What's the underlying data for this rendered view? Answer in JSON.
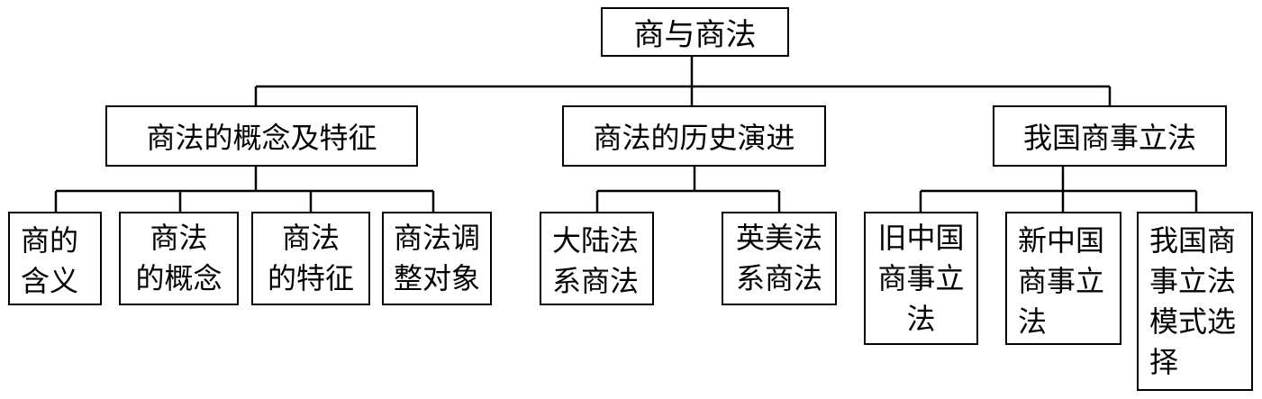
{
  "root": {
    "label": "商与商法"
  },
  "branches": [
    {
      "label": "商法的概念及特征",
      "children": [
        {
          "label": "商的\n含义"
        },
        {
          "label": "商法\n的概念"
        },
        {
          "label": "商法\n的特征"
        },
        {
          "label": "商法调\n整对象"
        }
      ]
    },
    {
      "label": "商法的历史演进",
      "children": [
        {
          "label": "大陆法\n系商法"
        },
        {
          "label": "英美法\n系商法"
        }
      ]
    },
    {
      "label": "我国商事立法",
      "children": [
        {
          "label": "旧中国\n商事立\n法"
        },
        {
          "label": "新中国\n商事立\n法"
        },
        {
          "label": "我国商\n事立法\n模式选\n择"
        }
      ]
    }
  ]
}
